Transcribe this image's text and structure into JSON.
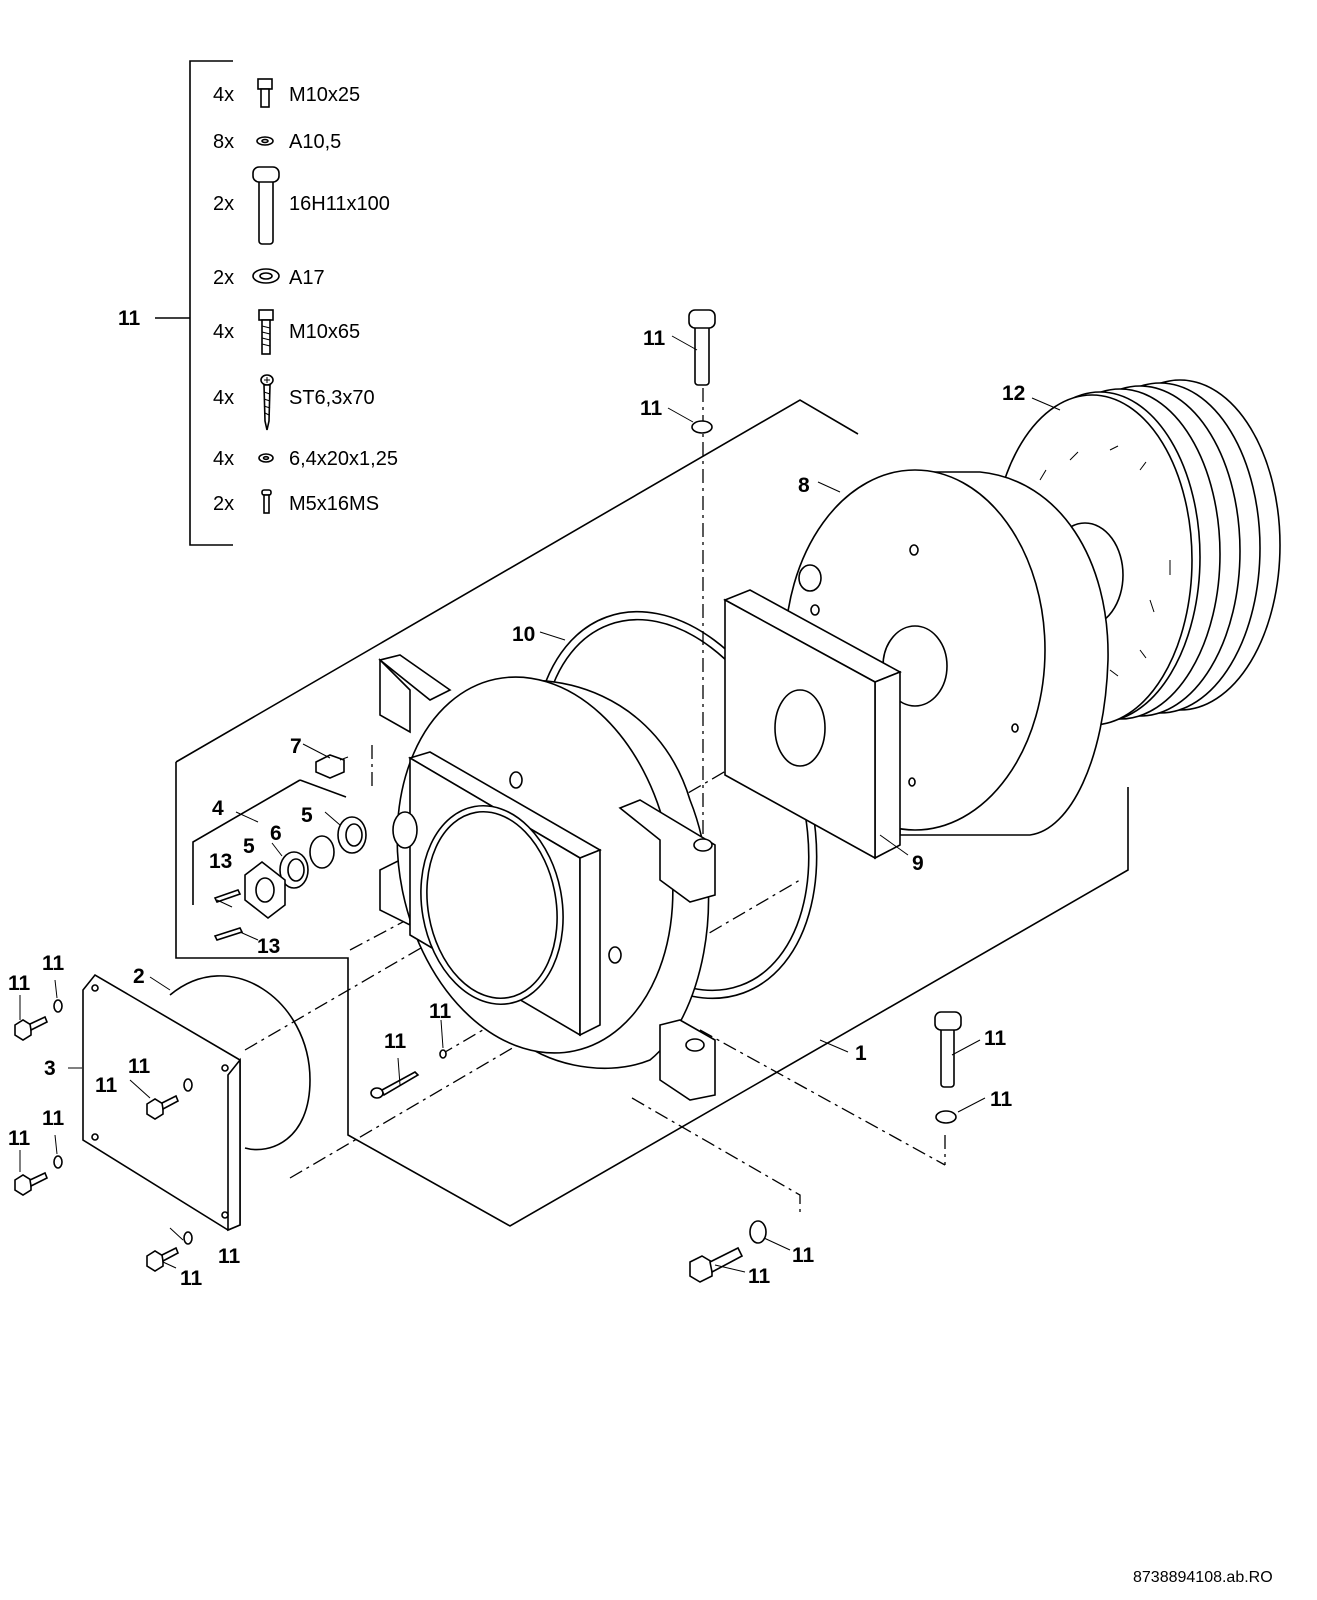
{
  "kit": {
    "label": "11",
    "items": [
      {
        "qty": "4x",
        "spec": "M10x25",
        "icon": "hex-bolt-icon"
      },
      {
        "qty": "8x",
        "spec": "A10,5",
        "icon": "washer-icon"
      },
      {
        "qty": "2x",
        "spec": "16H11x100",
        "icon": "pin-icon"
      },
      {
        "qty": "2x",
        "spec": "A17",
        "icon": "washer-icon"
      },
      {
        "qty": "4x",
        "spec": "M10x65",
        "icon": "hex-bolt-icon"
      },
      {
        "qty": "4x",
        "spec": "ST6,3x70",
        "icon": "screw-icon"
      },
      {
        "qty": "4x",
        "spec": "6,4x20x1,25",
        "icon": "washer-icon"
      },
      {
        "qty": "2x",
        "spec": "M5x16MS",
        "icon": "small-screw-icon"
      }
    ]
  },
  "callouts": {
    "c1": "1",
    "c2": "2",
    "c3": "3",
    "c4": "4",
    "c5a": "5",
    "c5b": "5",
    "c6": "6",
    "c7": "7",
    "c8": "8",
    "c9": "9",
    "c10": "10",
    "c12": "12",
    "c13a": "13",
    "c13b": "13",
    "c11": "11"
  },
  "doc_id": "8738894108.ab.RO"
}
